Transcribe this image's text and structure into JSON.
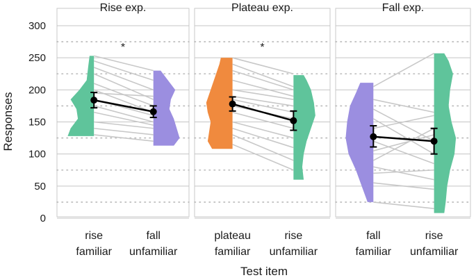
{
  "chart_data": {
    "type": "violin",
    "ylabel": "Responses",
    "xlabel": "Test item",
    "ylim": [
      0,
      300
    ],
    "yticks": [
      0,
      50,
      100,
      150,
      200,
      250,
      300
    ],
    "panels": [
      {
        "title": "Rise exp.",
        "significance": "*",
        "conditions": [
          {
            "label_line1": "rise",
            "label_line2": "familiar",
            "color": "#5fc49b",
            "violin_min": 128,
            "violin_max": 253,
            "mean": 184,
            "ci": [
              172,
              196
            ],
            "density": [
              [
                128,
                0.9
              ],
              [
                140,
                0.8
              ],
              [
                155,
                0.55
              ],
              [
                170,
                0.6
              ],
              [
                185,
                0.8
              ],
              [
                200,
                0.5
              ],
              [
                215,
                0.25
              ],
              [
                235,
                0.2
              ],
              [
                253,
                0.15
              ]
            ]
          },
          {
            "label_line1": "fall",
            "label_line2": "unfamiliar",
            "color": "#9b8ee0",
            "violin_min": 113,
            "violin_max": 230,
            "mean": 166,
            "ci": [
              157,
              175
            ],
            "density": [
              [
                113,
                0.7
              ],
              [
                125,
                0.9
              ],
              [
                140,
                0.8
              ],
              [
                155,
                0.7
              ],
              [
                170,
                0.55
              ],
              [
                185,
                0.6
              ],
              [
                200,
                0.75
              ],
              [
                215,
                0.5
              ],
              [
                230,
                0.25
              ]
            ]
          }
        ],
        "pairs": [
          [
            253,
            230
          ],
          [
            245,
            215
          ],
          [
            235,
            200
          ],
          [
            225,
            185
          ],
          [
            210,
            175
          ],
          [
            200,
            165
          ],
          [
            195,
            190
          ],
          [
            185,
            160
          ],
          [
            175,
            150
          ],
          [
            165,
            145
          ],
          [
            150,
            140
          ],
          [
            140,
            130
          ],
          [
            130,
            120
          ]
        ]
      },
      {
        "title": "Plateau exp.",
        "significance": "*",
        "conditions": [
          {
            "label_line1": "plateau",
            "label_line2": "familiar",
            "color": "#f08a3e",
            "violin_min": 108,
            "violin_max": 250,
            "mean": 178,
            "ci": [
              167,
              189
            ],
            "density": [
              [
                108,
                0.7
              ],
              [
                120,
                0.85
              ],
              [
                135,
                0.8
              ],
              [
                150,
                0.75
              ],
              [
                165,
                0.85
              ],
              [
                180,
                0.9
              ],
              [
                200,
                0.75
              ],
              [
                220,
                0.6
              ],
              [
                240,
                0.45
              ],
              [
                250,
                0.4
              ]
            ]
          },
          {
            "label_line1": "rise",
            "label_line2": "unfamiliar",
            "color": "#5fc49b",
            "violin_min": 60,
            "violin_max": 223,
            "mean": 152,
            "ci": [
              137,
              167
            ],
            "density": [
              [
                60,
                0.35
              ],
              [
                80,
                0.3
              ],
              [
                100,
                0.35
              ],
              [
                120,
                0.45
              ],
              [
                140,
                0.6
              ],
              [
                160,
                0.75
              ],
              [
                180,
                0.7
              ],
              [
                200,
                0.6
              ],
              [
                215,
                0.45
              ],
              [
                223,
                0.35
              ]
            ]
          }
        ],
        "pairs": [
          [
            250,
            225
          ],
          [
            240,
            205
          ],
          [
            230,
            200
          ],
          [
            215,
            190
          ],
          [
            200,
            185
          ],
          [
            190,
            175
          ],
          [
            185,
            165
          ],
          [
            175,
            155
          ],
          [
            165,
            140
          ],
          [
            150,
            125
          ],
          [
            140,
            110
          ],
          [
            130,
            90
          ],
          [
            115,
            75
          ]
        ]
      },
      {
        "title": "Fall exp.",
        "significance": "",
        "conditions": [
          {
            "label_line1": "fall",
            "label_line2": "familiar",
            "color": "#9b8ee0",
            "violin_min": 25,
            "violin_max": 211,
            "mean": 127,
            "ci": [
              111,
              144
            ],
            "density": [
              [
                25,
                0.2
              ],
              [
                50,
                0.4
              ],
              [
                75,
                0.6
              ],
              [
                100,
                0.85
              ],
              [
                125,
                0.95
              ],
              [
                150,
                0.9
              ],
              [
                175,
                0.8
              ],
              [
                195,
                0.6
              ],
              [
                211,
                0.45
              ]
            ]
          },
          {
            "label_line1": "rise",
            "label_line2": "unfamiliar",
            "color": "#5fc49b",
            "violin_min": 8,
            "violin_max": 257,
            "mean": 120,
            "ci": [
              100,
              140
            ],
            "density": [
              [
                8,
                0.35
              ],
              [
                25,
                0.4
              ],
              [
                50,
                0.45
              ],
              [
                75,
                0.55
              ],
              [
                100,
                0.7
              ],
              [
                125,
                0.75
              ],
              [
                150,
                0.6
              ],
              [
                175,
                0.5
              ],
              [
                200,
                0.55
              ],
              [
                225,
                0.65
              ],
              [
                245,
                0.5
              ],
              [
                257,
                0.35
              ]
            ]
          }
        ],
        "pairs": [
          [
            205,
            257
          ],
          [
            185,
            165
          ],
          [
            170,
            120
          ],
          [
            155,
            100
          ],
          [
            140,
            160
          ],
          [
            120,
            85
          ],
          [
            105,
            130
          ],
          [
            90,
            140
          ],
          [
            80,
            60
          ],
          [
            70,
            75
          ],
          [
            55,
            45
          ],
          [
            25,
            15
          ]
        ]
      }
    ]
  }
}
